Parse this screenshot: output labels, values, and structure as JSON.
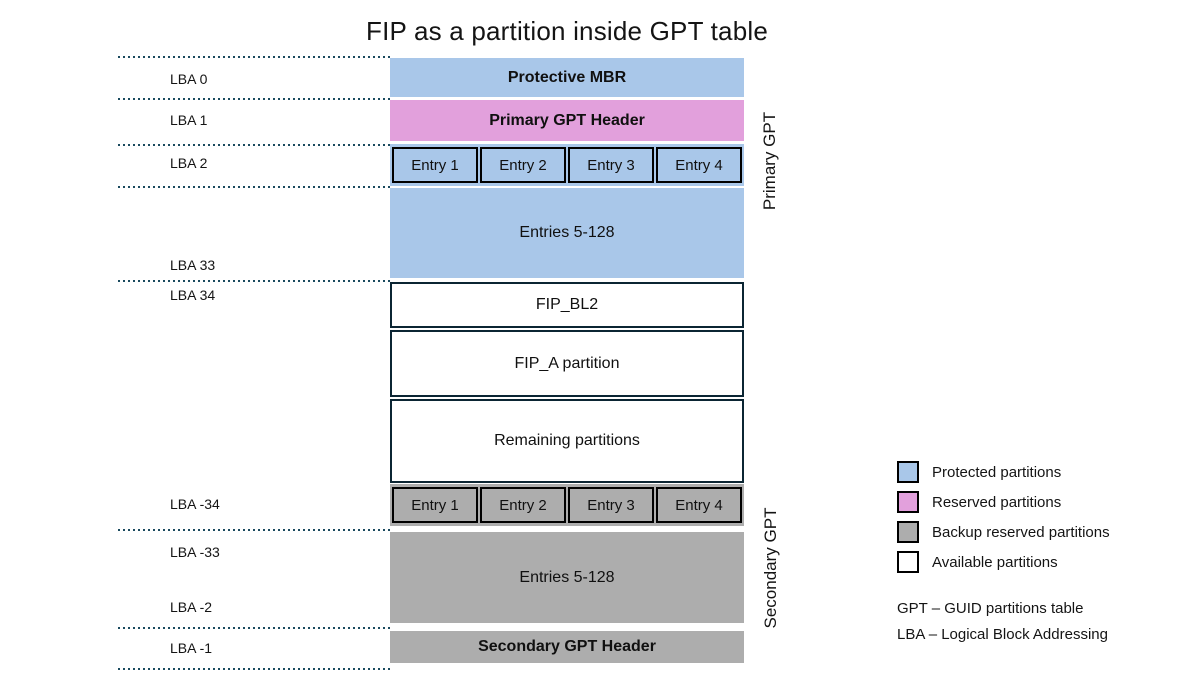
{
  "title": "FIP as a partition inside GPT table",
  "colors": {
    "protected": "#A9C7E9",
    "reserved": "#E2A0DC",
    "backup": "#ADADAD",
    "available": "#FFFFFF",
    "outline": "#0b2533",
    "dotted_line": "#1a4a5e"
  },
  "lba": {
    "labels": [
      "LBA 0",
      "LBA 1",
      "LBA 2",
      "LBA 33",
      "LBA 34",
      "LBA -34",
      "LBA -33",
      "LBA -2",
      "LBA -1"
    ]
  },
  "sections": {
    "primary_gpt_label": "Primary GPT",
    "secondary_gpt_label": "Secondary GPT"
  },
  "blocks": {
    "protective_mbr": "Protective MBR",
    "primary_gpt_header": "Primary GPT Header",
    "primary_entries": [
      "Entry 1",
      "Entry 2",
      "Entry 3",
      "Entry 4"
    ],
    "primary_entries_rest": "Entries 5-128",
    "fip_bl2": "FIP_BL2",
    "fip_a": "FIP_A partition",
    "remaining": "Remaining partitions",
    "secondary_entries": [
      "Entry 1",
      "Entry 2",
      "Entry 3",
      "Entry 4"
    ],
    "secondary_entries_rest": "Entries 5-128",
    "secondary_gpt_header": "Secondary GPT Header"
  },
  "legend": {
    "items": [
      {
        "label": "Protected partitions",
        "color": "#A9C7E9"
      },
      {
        "label": "Reserved partitions",
        "color": "#E2A0DC"
      },
      {
        "label": "Backup reserved partitions",
        "color": "#ADADAD"
      },
      {
        "label": "Available partitions",
        "color": "#FFFFFF"
      }
    ]
  },
  "notes": [
    "GPT – GUID partitions table",
    "LBA – Logical Block Addressing"
  ]
}
